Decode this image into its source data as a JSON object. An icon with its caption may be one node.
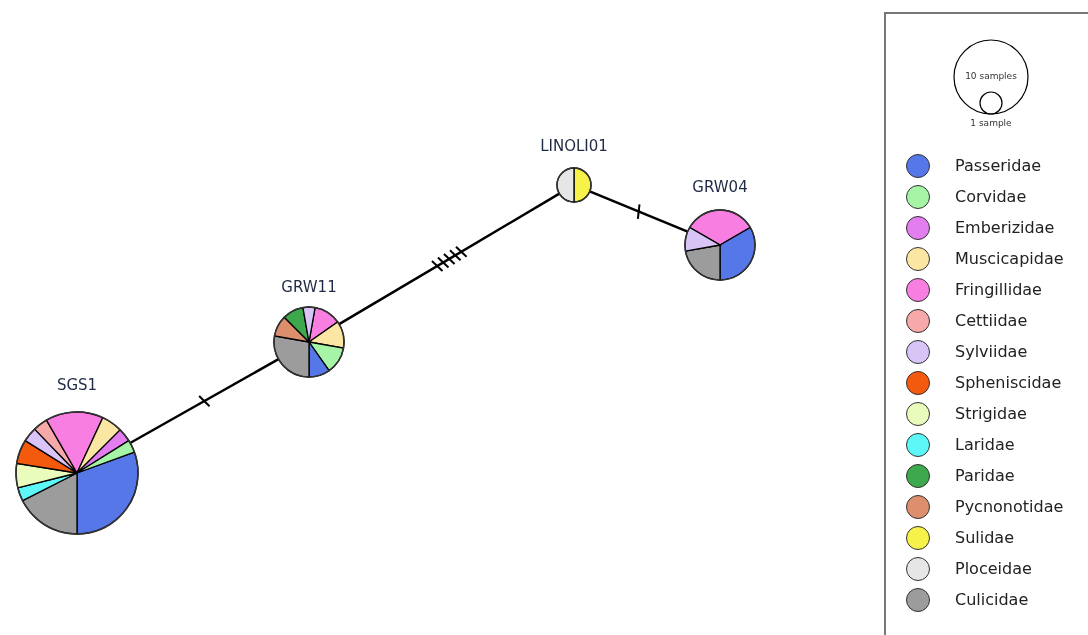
{
  "diagram": {
    "nodes": [
      {
        "text": [
          "SGS1"
        ]
      },
      {
        "text": [
          "GRW11"
        ]
      },
      {
        "text": [
          "LINOLI01"
        ]
      },
      {
        "text": [
          "GRW04"
        ]
      }
    ],
    "edges": [
      {
        "from": 0,
        "to": 1,
        "arrow": "none"
      },
      {
        "from": 1,
        "to": 2,
        "arrow": "none"
      },
      {
        "from": 2,
        "to": 3,
        "arrow": "none"
      }
    ],
    "labels": [
      "10 samples",
      "1 sample"
    ],
    "legend": [
      {
        "text": "Passeridae",
        "color": "#5577e8"
      },
      {
        "text": "Corvidae",
        "color": "#a6f5a6"
      },
      {
        "text": "Emberizidae",
        "color": "#e27ef0"
      },
      {
        "text": "Muscicapidae",
        "color": "#fce6a4"
      },
      {
        "text": "Fringillidae",
        "color": "#f87ee2"
      },
      {
        "text": "Cettiidae",
        "color": "#f7a8a8"
      },
      {
        "text": "Sylviidae",
        "color": "#d8c4f6"
      },
      {
        "text": "Spheniscidae",
        "color": "#f45a0e"
      },
      {
        "text": "Strigidae",
        "color": "#eafcbc"
      },
      {
        "text": "Laridae",
        "color": "#5ef7f7"
      },
      {
        "text": "Paridae",
        "color": "#3ea84c"
      },
      {
        "text": "Pycnonotidae",
        "color": "#dd8f6d"
      },
      {
        "text": "Sulidae",
        "color": "#f7f24a"
      },
      {
        "text": "Ploceidae",
        "color": "#e6e6e6"
      },
      {
        "text": "Culicidae",
        "color": "#9c9c9c"
      }
    ]
  }
}
